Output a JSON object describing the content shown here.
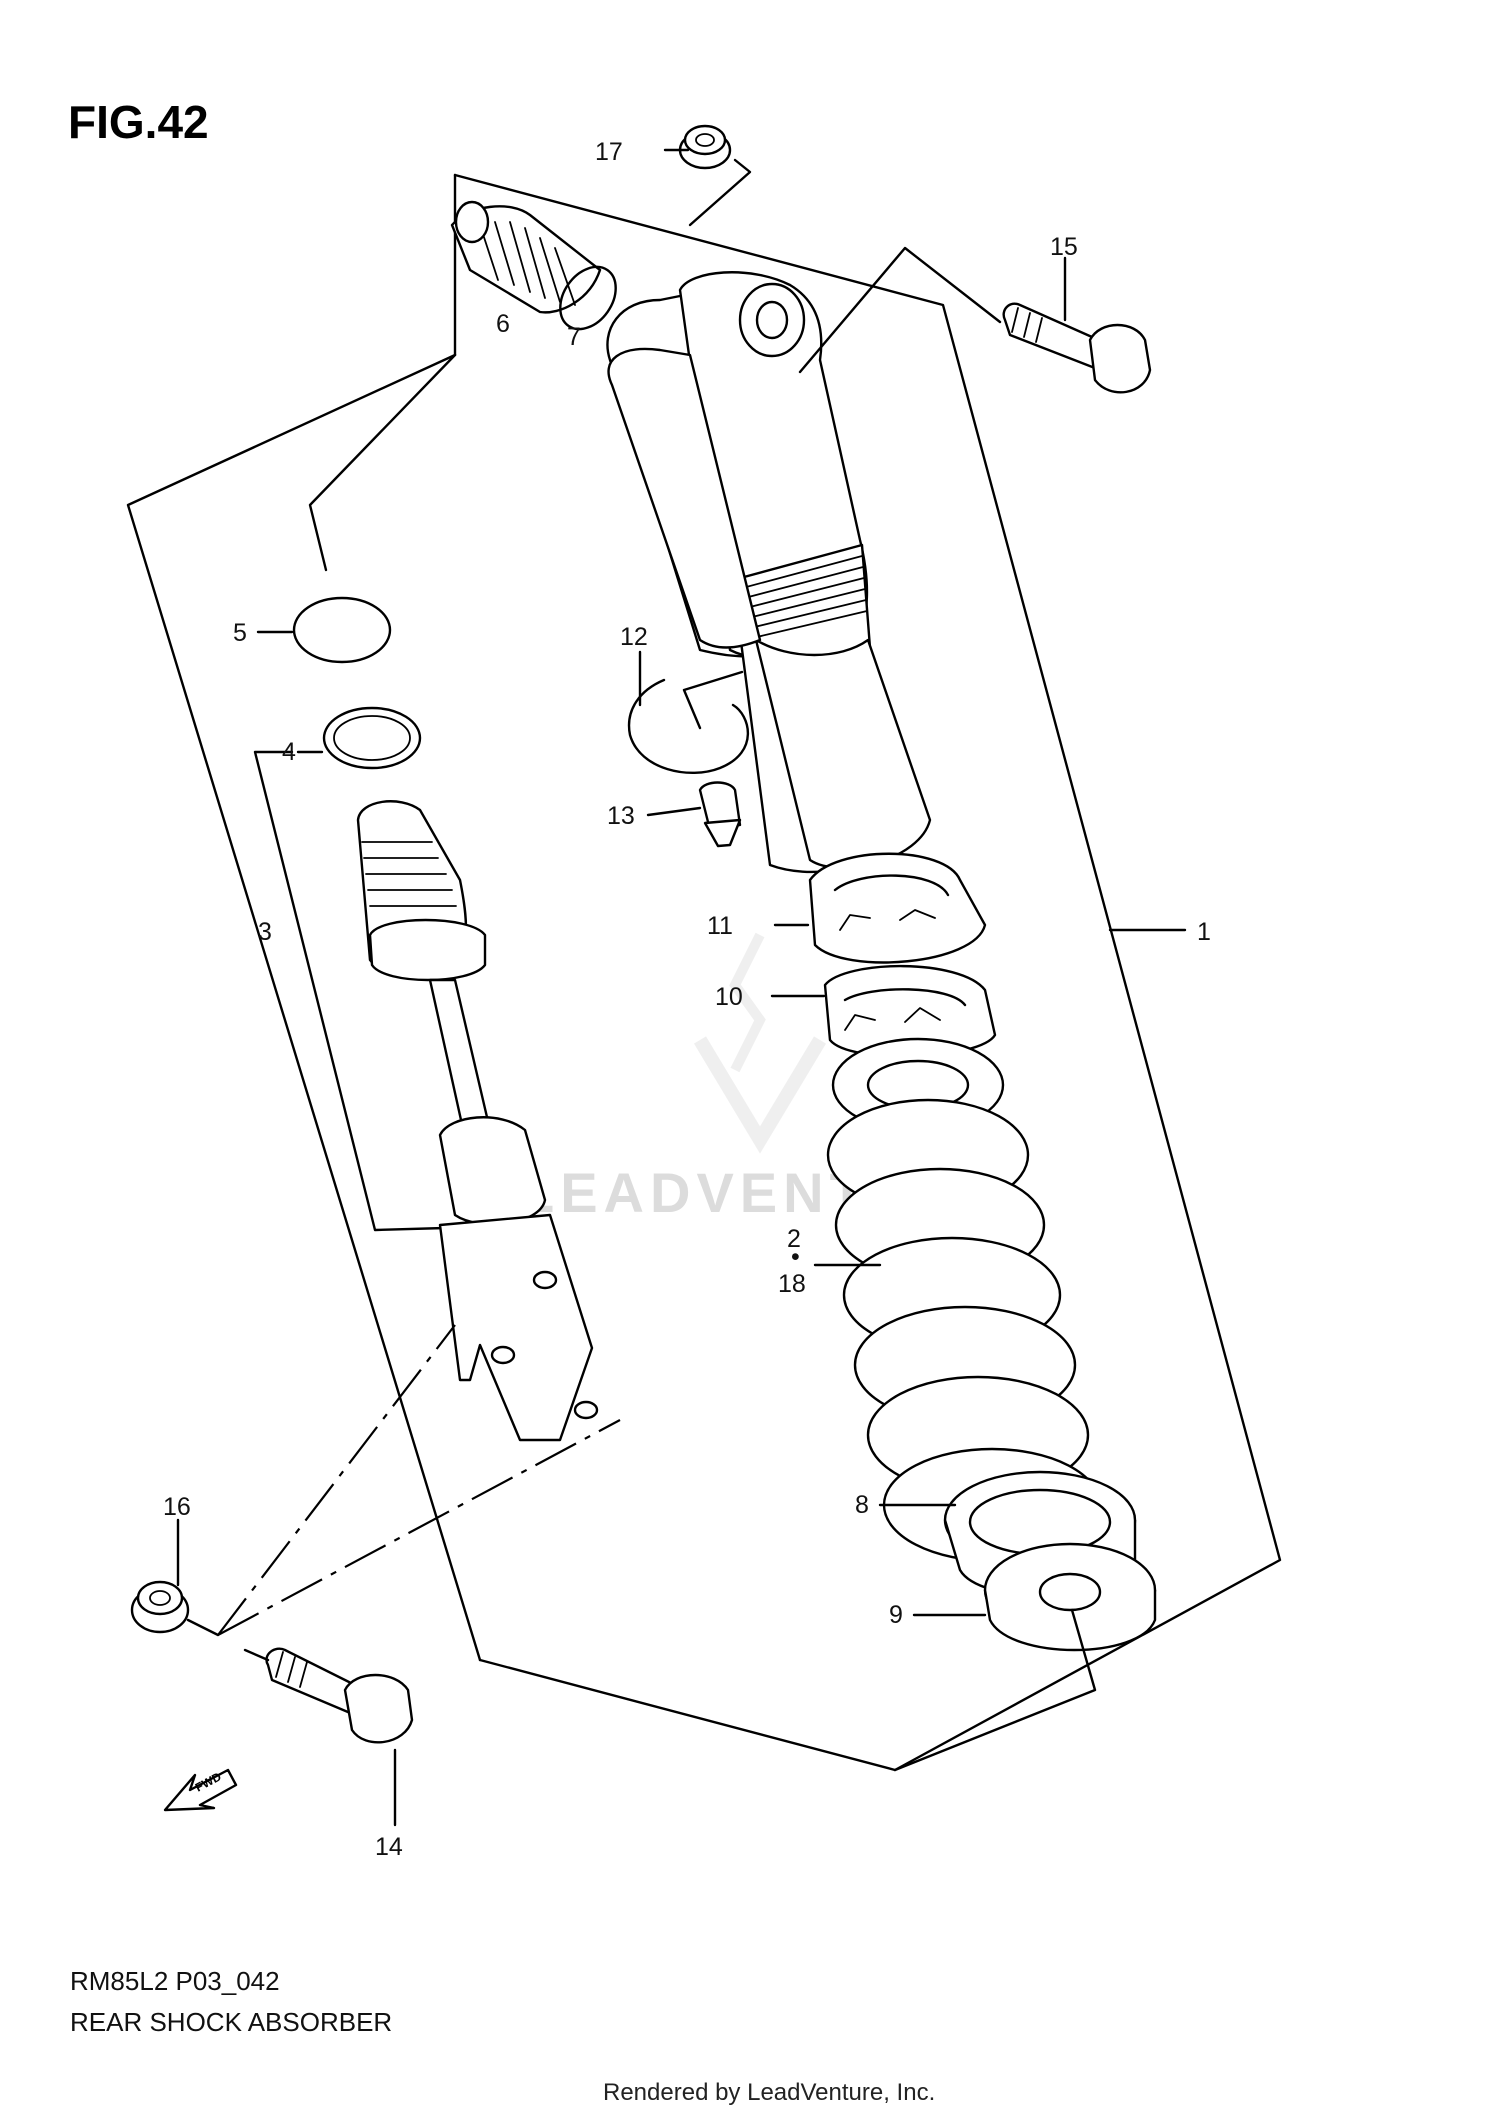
{
  "figure": {
    "title": "FIG.42",
    "model_code": "RM85L2 P03_042",
    "caption": "REAR SHOCK ABSORBER",
    "rendered_by": "Rendered by LeadVenture, Inc.",
    "watermark": "LEADVENTURE",
    "fwd_label": "FWD"
  },
  "callouts": [
    {
      "id": "1",
      "label": "1"
    },
    {
      "id": "2",
      "label": "2"
    },
    {
      "id": "2-dot",
      "label": "•"
    },
    {
      "id": "18",
      "label": "18"
    },
    {
      "id": "3",
      "label": "3"
    },
    {
      "id": "4",
      "label": "4"
    },
    {
      "id": "5",
      "label": "5"
    },
    {
      "id": "6",
      "label": "6"
    },
    {
      "id": "7",
      "label": "7"
    },
    {
      "id": "8",
      "label": "8"
    },
    {
      "id": "9",
      "label": "9"
    },
    {
      "id": "10",
      "label": "10"
    },
    {
      "id": "11",
      "label": "11"
    },
    {
      "id": "12",
      "label": "12"
    },
    {
      "id": "13",
      "label": "13"
    },
    {
      "id": "14",
      "label": "14"
    },
    {
      "id": "15",
      "label": "15"
    },
    {
      "id": "16",
      "label": "16"
    },
    {
      "id": "17",
      "label": "17"
    }
  ]
}
